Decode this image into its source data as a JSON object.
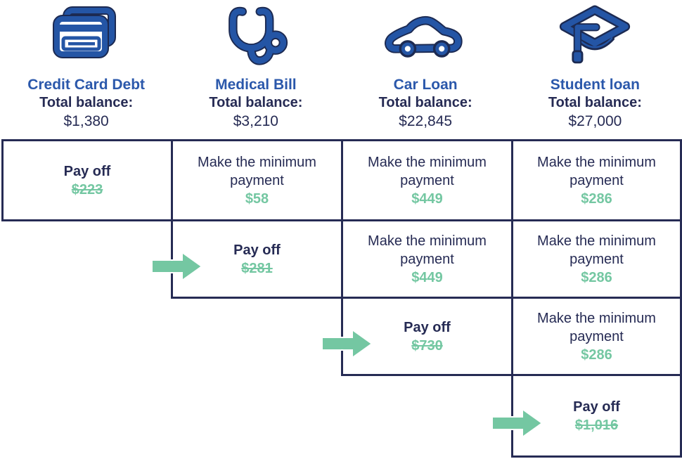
{
  "colors": {
    "navy": "#262b54",
    "title-blue": "#2b58ab",
    "icon-blue": "#2455a5",
    "icon-outline": "#1c2a52",
    "green": "#74c7a2",
    "border": "#262b54",
    "bg": "#ffffff"
  },
  "columns": [
    {
      "name": "Credit Card Debt",
      "icon": "credit-card-icon",
      "balance_label": "Total balance:",
      "balance": "$1,380"
    },
    {
      "name": "Medical Bill",
      "icon": "stethoscope-icon",
      "balance_label": "Total balance:",
      "balance": "$3,210"
    },
    {
      "name": "Car Loan",
      "icon": "car-icon",
      "balance_label": "Total balance:",
      "balance": "$22,845"
    },
    {
      "name": "Student loan",
      "icon": "graduation-cap-icon",
      "balance_label": "Total balance:",
      "balance": "$27,000"
    }
  ],
  "table": {
    "rows": [
      {
        "arrow": false,
        "cells": [
          {
            "type": "payoff",
            "label": "Pay off",
            "amount": "$223",
            "struck": true
          },
          {
            "type": "minimum",
            "label": "Make the minimum payment",
            "amount": "$58",
            "struck": false
          },
          {
            "type": "minimum",
            "label": "Make the minimum payment",
            "amount": "$449",
            "struck": false
          },
          {
            "type": "minimum",
            "label": "Make the minimum payment",
            "amount": "$286",
            "struck": false
          }
        ]
      },
      {
        "arrow": true,
        "cells": [
          {
            "type": "payoff",
            "label": "Pay off",
            "amount": "$281",
            "struck": true
          },
          {
            "type": "minimum",
            "label": "Make the minimum payment",
            "amount": "$449",
            "struck": false
          },
          {
            "type": "minimum",
            "label": "Make the minimum payment",
            "amount": "$286",
            "struck": false
          }
        ]
      },
      {
        "arrow": true,
        "cells": [
          {
            "type": "payoff",
            "label": "Pay off",
            "amount": "$730",
            "struck": true
          },
          {
            "type": "minimum",
            "label": "Make the minimum payment",
            "amount": "$286",
            "struck": false
          }
        ]
      },
      {
        "arrow": true,
        "cells": [
          {
            "type": "payoff",
            "label": "Pay off",
            "amount": "$1,016",
            "struck": true
          }
        ]
      }
    ]
  }
}
